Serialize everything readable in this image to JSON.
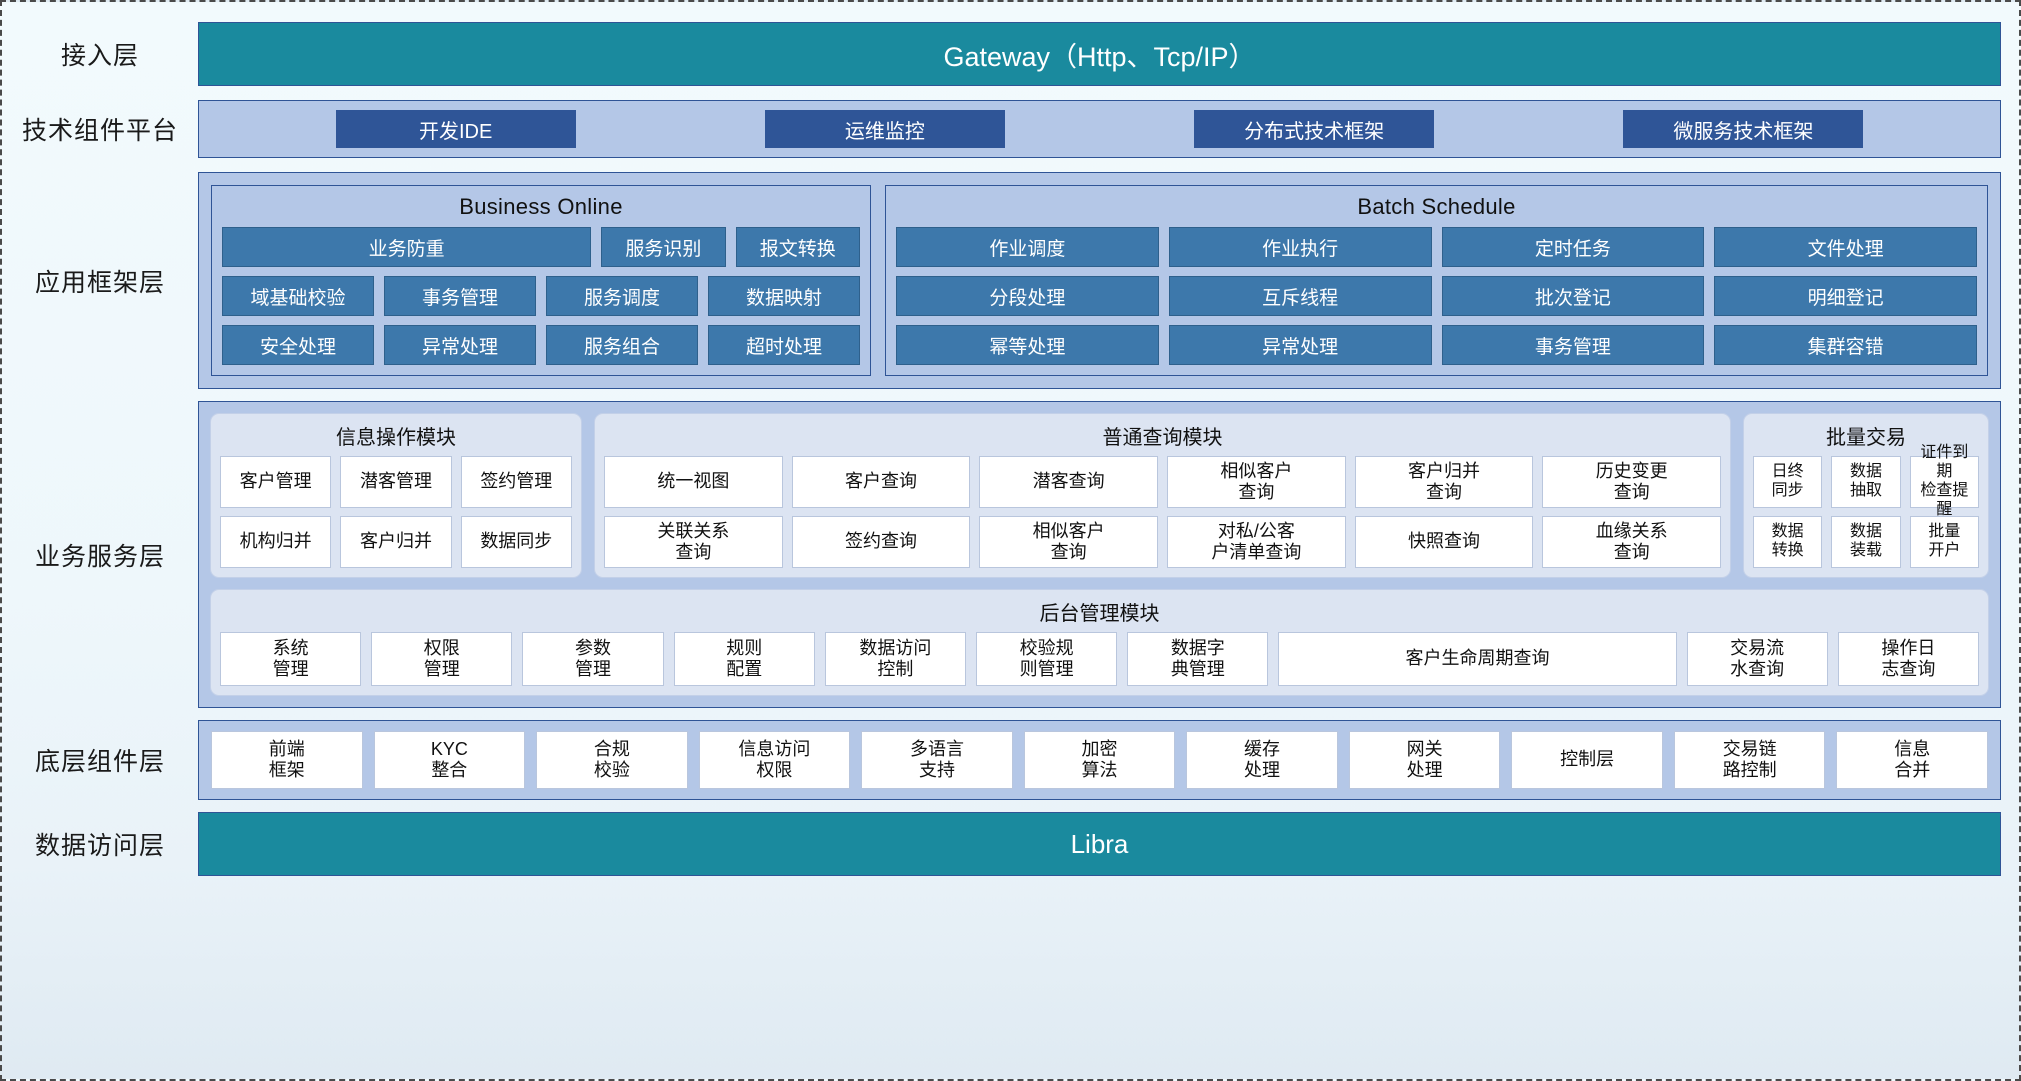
{
  "layers": {
    "access": {
      "label": "接入层",
      "bar": "Gateway（Http、Tcp/IP）"
    },
    "tech": {
      "label": "技术组件平台"
    },
    "appfw": {
      "label": "应用框架层"
    },
    "business": {
      "label": "业务服务层"
    },
    "base": {
      "label": "底层组件层"
    },
    "data": {
      "label": "数据访问层",
      "bar": "Libra"
    }
  },
  "tech_platform": {
    "chips": [
      "开发IDE",
      "运维监控",
      "分布式技术框架",
      "微服务技术框架"
    ]
  },
  "app_framework": {
    "groups": [
      {
        "title": "Business Online",
        "rows": [
          [
            "业务防重",
            "服务识别",
            "报文转换"
          ],
          [
            "域基础校验",
            "事务管理",
            "服务调度",
            "数据映射"
          ],
          [
            "安全处理",
            "异常处理",
            "服务组合",
            "超时处理"
          ]
        ]
      },
      {
        "title": "Batch Schedule",
        "rows": [
          [
            "作业调度",
            "作业执行",
            "定时任务",
            "文件处理"
          ],
          [
            "分段处理",
            "互斥线程",
            "批次登记",
            "明细登记"
          ],
          [
            "幂等处理",
            "异常处理",
            "事务管理",
            "集群容错"
          ]
        ]
      }
    ]
  },
  "business_service": {
    "modules": [
      {
        "title": "信息操作模块",
        "rows": [
          [
            "客户管理",
            "潜客管理",
            "签约管理"
          ],
          [
            "机构归并",
            "客户归并",
            "数据同步"
          ]
        ]
      },
      {
        "title": "普通查询模块",
        "rows": [
          [
            "统一视图",
            "客户查询",
            "潜客查询",
            "相似客户\n查询",
            "客户归并\n查询",
            "历史变更\n查询"
          ],
          [
            "关联关系\n查询",
            "签约查询",
            "相似客户\n查询",
            "对私/公客\n户清单查询",
            "快照查询",
            "血缘关系\n查询"
          ]
        ]
      },
      {
        "title": "批量交易",
        "rows": [
          [
            "日终\n同步",
            "数据\n抽取",
            "证件到期\n检查提醒"
          ],
          [
            "数据\n转换",
            "数据\n装载",
            "批量\n开户"
          ]
        ]
      }
    ],
    "admin_module": {
      "title": "后台管理模块",
      "items": [
        {
          "text": "系统\n管理",
          "wide": false
        },
        {
          "text": "权限\n管理",
          "wide": false
        },
        {
          "text": "参数\n管理",
          "wide": false
        },
        {
          "text": "规则\n配置",
          "wide": false
        },
        {
          "text": "数据访问\n控制",
          "wide": false
        },
        {
          "text": "校验规\n则管理",
          "wide": false
        },
        {
          "text": "数据字\n典管理",
          "wide": false
        },
        {
          "text": "客户生命周期查询",
          "wide": true
        },
        {
          "text": "交易流\n水查询",
          "wide": false
        },
        {
          "text": "操作日\n志查询",
          "wide": false
        }
      ]
    }
  },
  "base_components": {
    "items": [
      "前端\n框架",
      "KYC\n整合",
      "合规\n校验",
      "信息访问\n权限",
      "多语言\n支持",
      "加密\n算法",
      "缓存\n处理",
      "网关\n处理",
      "控制层",
      "交易链\n路控制",
      "信息\n合并"
    ]
  },
  "colors": {
    "teal": "#1a8a9e",
    "band_blue": "#b4c7e7",
    "chip_dark_blue": "#2f5597",
    "chip_mid_blue": "#3d78ab",
    "module_bg": "#dce4f2",
    "border_blue": "#2f5496"
  }
}
